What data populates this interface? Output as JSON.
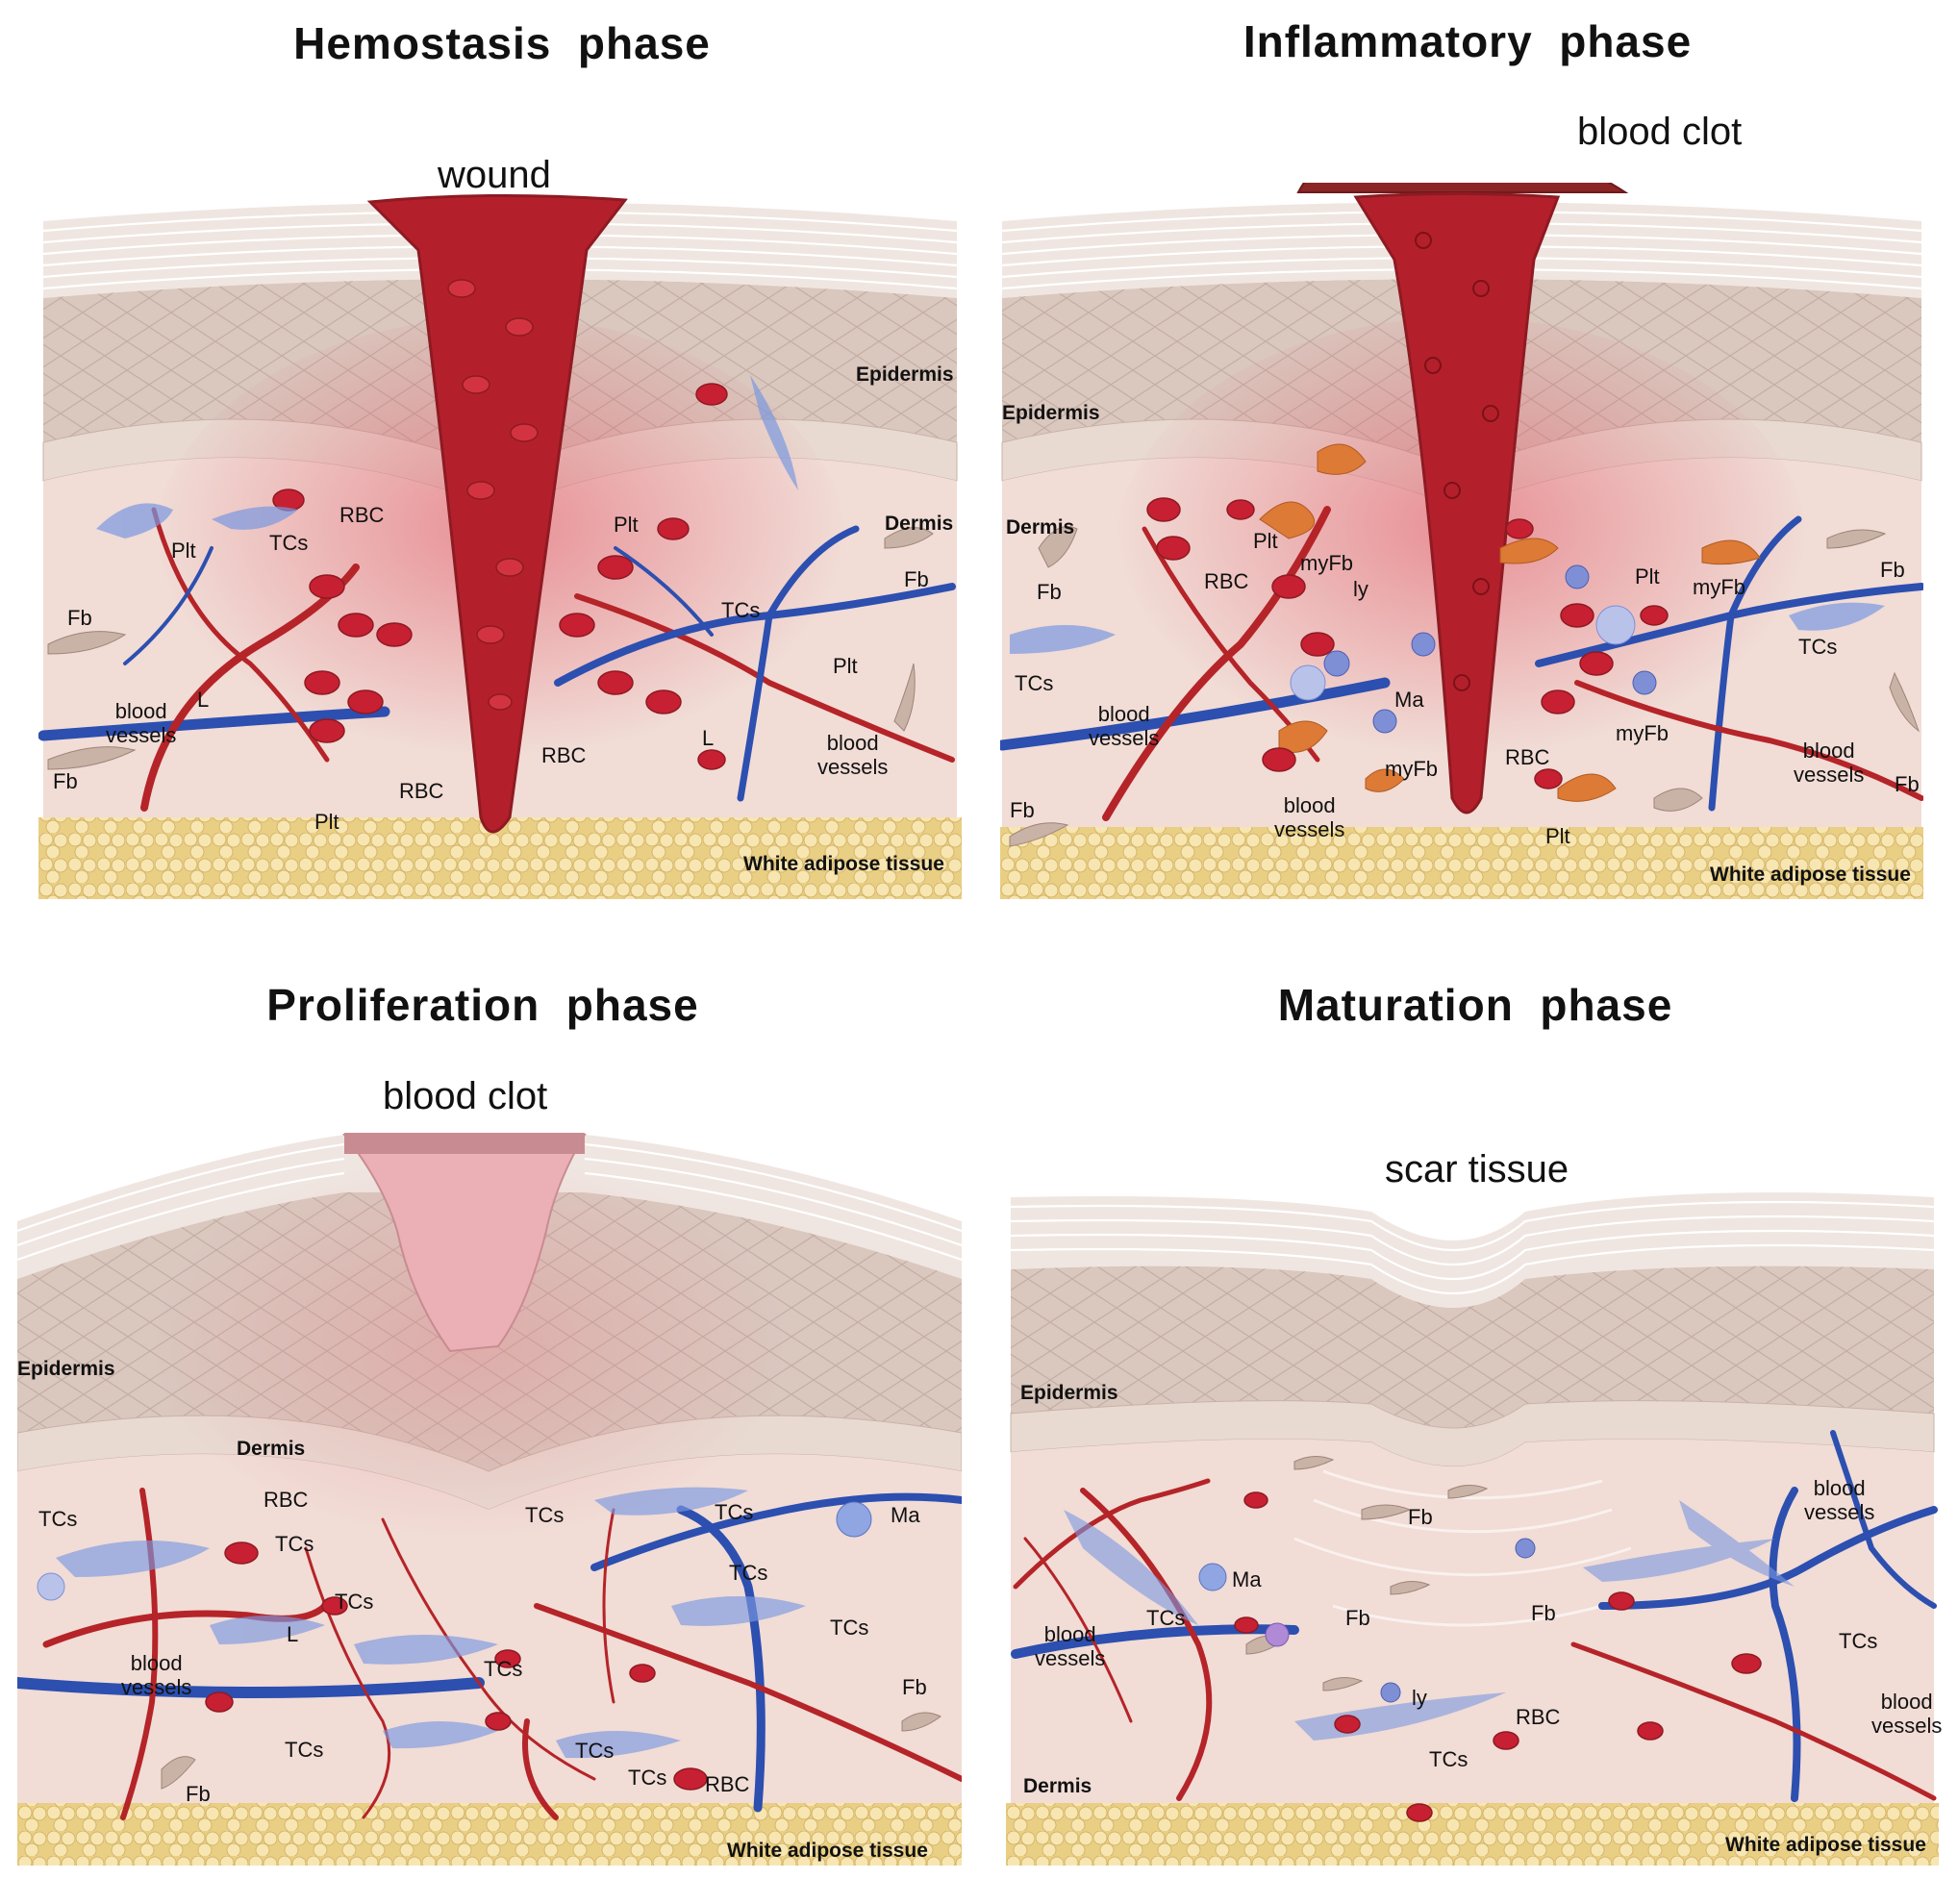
{
  "panels": {
    "hemostasis": {
      "title": "Hemostasis  phase",
      "top_label": "wound",
      "epidermis": "Epidermis",
      "dermis": "Dermis",
      "adipose": "White adipose tissue",
      "rbc": "RBC",
      "rbc2": "RBC",
      "rbc3": "RBC",
      "tcs": "TCs",
      "tcs2": "TCs",
      "plt": "Plt",
      "plt2": "Plt",
      "plt3": "Plt",
      "plt4": "Plt",
      "fb": "Fb",
      "fb2": "Fb",
      "fb3": "Fb",
      "l": "L",
      "l2": "L",
      "vessels": "blood\nvessels",
      "vessels2": "blood\nvessels"
    },
    "inflammatory": {
      "title": "Inflammatory  phase",
      "top_label": "blood clot",
      "epidermis": "Epidermis",
      "dermis": "Dermis",
      "adipose": "White adipose tissue",
      "rbc": "RBC",
      "rbc2": "RBC",
      "plt": "Plt",
      "plt2": "Plt",
      "plt3": "Plt",
      "myfb": "myFb",
      "myfb2": "myFb",
      "myfb3": "myFb",
      "myfb4": "myFb",
      "ly": "ly",
      "ma": "Ma",
      "tcs": "TCs",
      "tcs2": "TCs",
      "fb": "Fb",
      "fb2": "Fb",
      "fb3": "Fb",
      "fb4": "Fb",
      "vessels": "blood\nvessels",
      "vessels2": "blood\nvessels",
      "vessels3": "blood\nvessels"
    },
    "proliferation": {
      "title": "Proliferation  phase",
      "top_label": "blood clot",
      "epidermis": "Epidermis",
      "dermis": "Dermis",
      "adipose": "White adipose tissue",
      "rbc": "RBC",
      "rbc2": "RBC",
      "tcs": [
        "TCs",
        "TCs",
        "TCs",
        "TCs",
        "TCs",
        "TCs",
        "TCs",
        "TCs",
        "TCs",
        "TCs",
        "TCs"
      ],
      "ma": "Ma",
      "l": "L",
      "fb": "Fb",
      "fb2": "Fb",
      "vessels": "blood\nvessels"
    },
    "maturation": {
      "title": "Maturation  phase",
      "top_label": "scar tissue",
      "epidermis": "Epidermis",
      "dermis": "Dermis",
      "adipose": "White adipose tissue",
      "rbc": "RBC",
      "tcs": "TCs",
      "tcs2": "TCs",
      "tcs3": "TCs",
      "ma": "Ma",
      "ly": "ly",
      "fb": "Fb",
      "fb2": "Fb",
      "fb3": "Fb",
      "vessels": "blood\nvessels",
      "vessels2": "blood\nvessels",
      "vessels3": "blood\nvessels"
    }
  },
  "colors": {
    "stratum": "#ece2dc",
    "epidermis": "#d8c4bb",
    "basal": "#e6d6cc",
    "dermis": "#f1dad5",
    "wound": "#b3202b",
    "clot": "#8c2525",
    "healing_clot": "#eab0b5",
    "artery": "#b52428",
    "vein": "#2c4fb0",
    "fat": "#f1dc9a",
    "rbc": "#c72032",
    "myfb": "#dc7a36",
    "tcs": "#5b7fd6"
  }
}
